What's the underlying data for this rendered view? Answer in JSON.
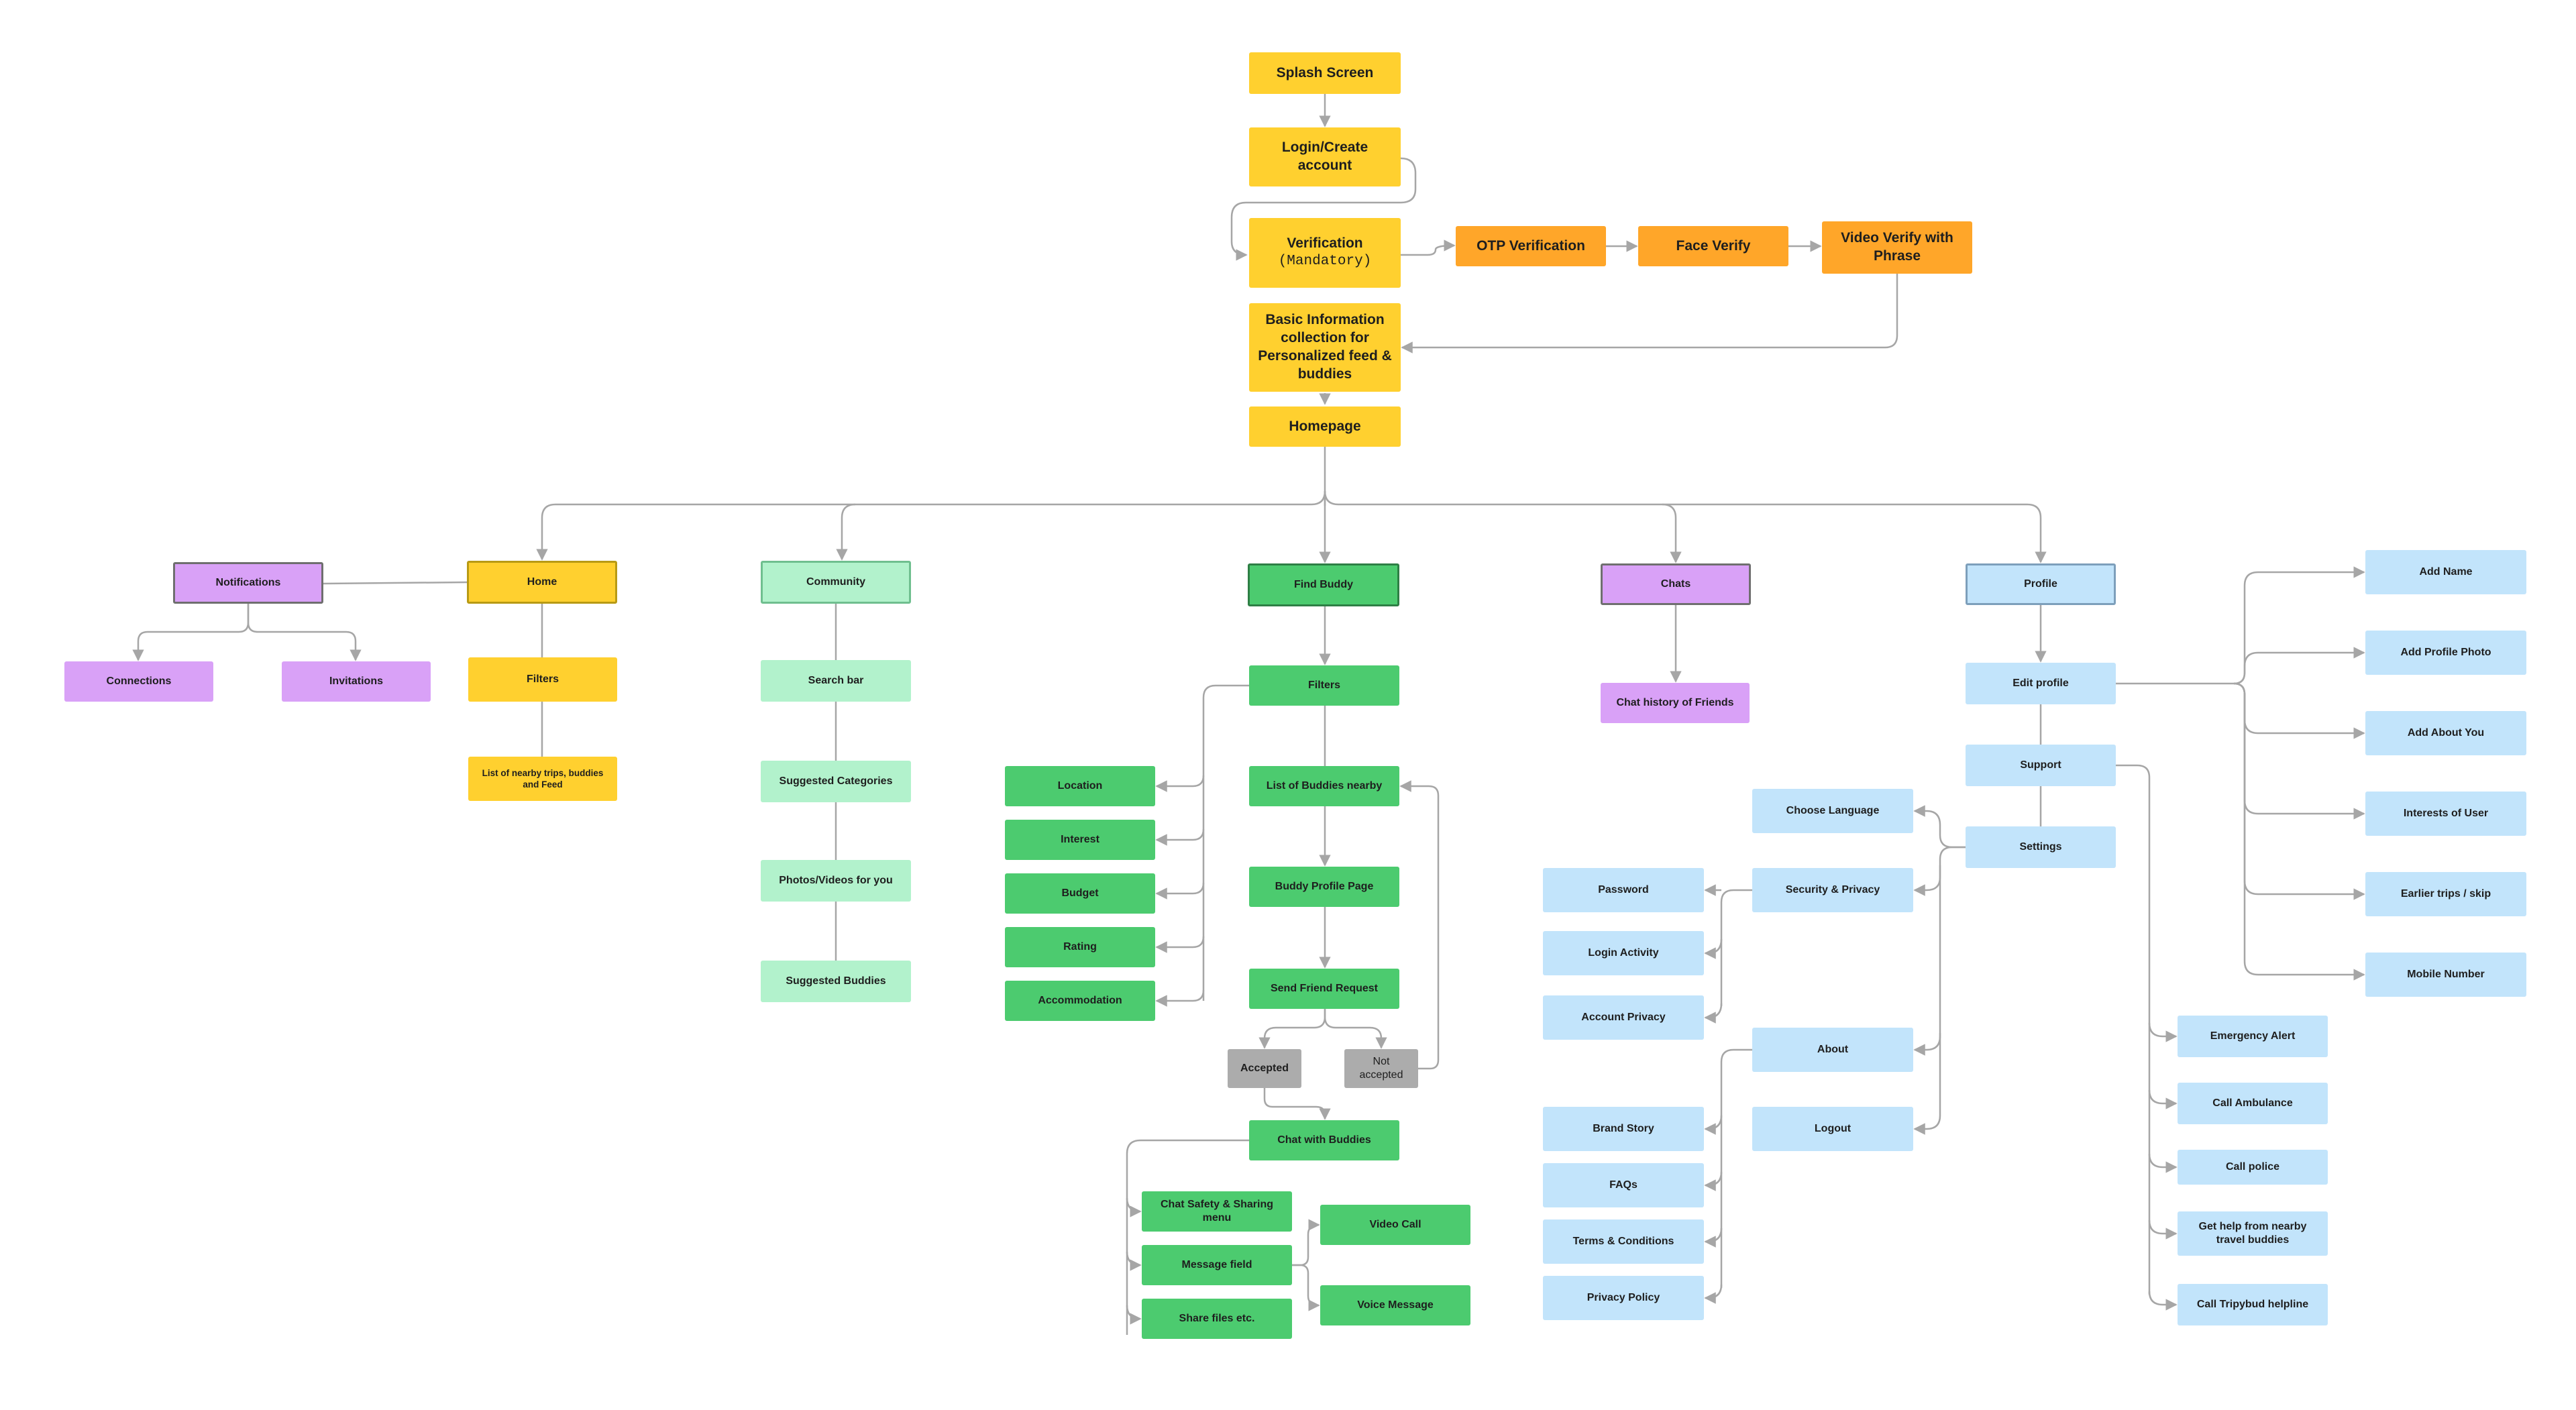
{
  "colors": {
    "connector": "#a6a6a6",
    "yellow": "#ffd02f",
    "orange": "#ffa629",
    "green": "#4ccb6f",
    "mint": "#b2f2cc",
    "purple": "#d9a1f7",
    "blue": "#c2e4fb",
    "grey": "#acacac"
  },
  "onboarding": {
    "splash": "Splash Screen",
    "login": "Login/Create account",
    "verification": "Verification",
    "verification_note": "(Mandatory)",
    "otp": "OTP Verification",
    "face": "Face Verify",
    "video": "Video Verify with Phrase",
    "basic_info": "Basic Information collection for Personalized feed & buddies",
    "homepage": "Homepage"
  },
  "notifications": {
    "title": "Notifications",
    "connections": "Connections",
    "invitations": "Invitations"
  },
  "home": {
    "title": "Home",
    "filters": "Filters",
    "list": "List of nearby trips, buddies and Feed"
  },
  "community": {
    "title": "Community",
    "search": "Search bar",
    "categories": "Suggested Categories",
    "photos": "Photos/Videos for you",
    "buddies": "Suggested Buddies"
  },
  "find_buddy": {
    "title": "Find Buddy",
    "filters": "Filters",
    "filter_location": "Location",
    "filter_interest": "Interest",
    "filter_budget": "Budget",
    "filter_rating": "Rating",
    "filter_accommodation": "Accommodation",
    "list": "List of Buddies nearby",
    "profile": "Buddy Profile Page",
    "request": "Send Friend Request",
    "accepted": "Accepted",
    "not_accepted": "Not accepted",
    "chat": "Chat with Buddies",
    "safety": "Chat Safety & Sharing menu",
    "message": "Message field",
    "share": "Share files etc.",
    "video_call": "Video Call",
    "voice": "Voice Message"
  },
  "chats": {
    "title": "Chats",
    "history": "Chat history  of Friends"
  },
  "profile": {
    "title": "Profile",
    "edit": "Edit profile",
    "add_name": "Add Name",
    "add_photo": "Add Profile Photo",
    "add_about": "Add About You",
    "interests": "Interests of User",
    "earlier_trips": "Earlier trips / skip",
    "mobile": "Mobile Number",
    "support": "Support",
    "emergency": "Emergency Alert",
    "ambulance": "Call Ambulance",
    "police": "Call police",
    "nearby_help": "Get help from nearby travel buddies",
    "helpline": "Call Tripybud helpline",
    "settings": "Settings",
    "language": "Choose Language",
    "security": "Security & Privacy",
    "password": "Password",
    "login_activity": "Login Activity",
    "account_privacy": "Account Privacy",
    "about": "About",
    "brand_story": "Brand Story",
    "faqs": "FAQs",
    "terms": "Terms & Conditions",
    "privacy_policy": "Privacy Policy",
    "logout": "Logout"
  }
}
